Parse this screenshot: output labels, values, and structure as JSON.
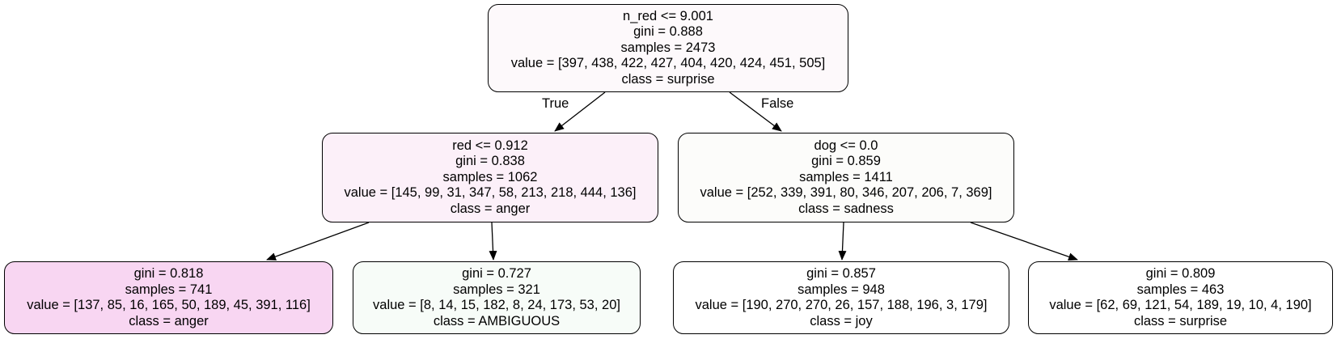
{
  "tree": {
    "edge_labels": {
      "true_label": "True",
      "false_label": "False"
    },
    "nodes": {
      "root": {
        "split": "n_red <= 9.001",
        "gini": "gini = 0.888",
        "samples": "samples = 2473",
        "value": "value = [397, 438, 422, 427, 404, 420, 424, 451, 505]",
        "class": "class = surprise",
        "fill": "#fdf9fb"
      },
      "left": {
        "split": "red <= 0.912",
        "gini": "gini = 0.838",
        "samples": "samples = 1062",
        "value": "value = [145, 99, 31, 347, 58, 213, 218, 444, 136]",
        "class": "class = anger",
        "fill": "#fcf0f9"
      },
      "right": {
        "split": "dog <= 0.0",
        "gini": "gini = 0.859",
        "samples": "samples = 1411",
        "value": "value = [252, 339, 391, 80, 346, 207, 206, 7, 369]",
        "class": "class = sadness",
        "fill": "#fcfcfa"
      },
      "leaf_ll": {
        "gini": "gini = 0.818",
        "samples": "samples = 741",
        "value": "value = [137, 85, 16, 165, 50, 189, 45, 391, 116]",
        "class": "class = anger",
        "fill": "#f8d6f2"
      },
      "leaf_lr": {
        "gini": "gini = 0.727",
        "samples": "samples = 321",
        "value": "value = [8, 14, 15, 182, 8, 24, 173, 53, 20]",
        "class": "class = AMBIGUOUS",
        "fill": "#f7fcf8"
      },
      "leaf_rl": {
        "gini": "gini = 0.857",
        "samples": "samples = 948",
        "value": "value = [190, 270, 270, 26, 157, 188, 196, 3, 179]",
        "class": "class = joy",
        "fill": "#ffffff"
      },
      "leaf_rr": {
        "gini": "gini = 0.809",
        "samples": "samples = 463",
        "value": "value = [62, 69, 121, 54, 189, 19, 10, 4, 190]",
        "class": "class = surprise",
        "fill": "#ffffff"
      }
    }
  }
}
